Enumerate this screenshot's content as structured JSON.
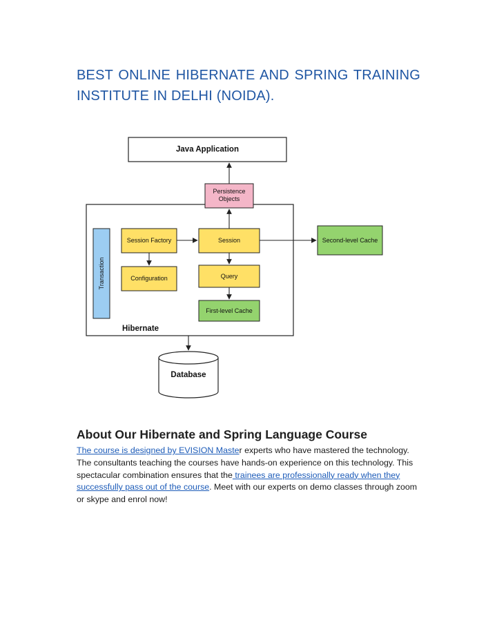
{
  "title": {
    "line1": "BEST ONLINE HIBERNATE AND SPRING TRAINING",
    "line2": "INSTITUTE IN DELHI (NOIDA)."
  },
  "diagram": {
    "java_application": "Java Application",
    "persistence_objects": [
      "Persistence",
      "Objects"
    ],
    "session_factory": "Session Factory",
    "session": "Session",
    "configuration": "Configuration",
    "query": "Query",
    "first_level_cache": "First-level Cache",
    "second_level_cache": "Second-level Cache",
    "transaction": "Transaction",
    "hibernate": "Hibernate",
    "database": "Database",
    "colors": {
      "yellow": "#ffe066",
      "pink": "#f4b6c8",
      "green": "#94d36e",
      "blue": "#9ccdf2"
    }
  },
  "about": {
    "heading": "About Our Hibernate and Spring Language Course",
    "link1": "The course is designed by EVISION Maste",
    "text1": "r experts who have mastered the technology. The consultants teaching the courses have hands-on experience on this technology. This spectacular combination ensures that the",
    "link2": " trainees are professionally ready when they successfully pass out of the course",
    "text2": ". Meet with our experts on demo classes through zoom or skype and enrol now!"
  }
}
